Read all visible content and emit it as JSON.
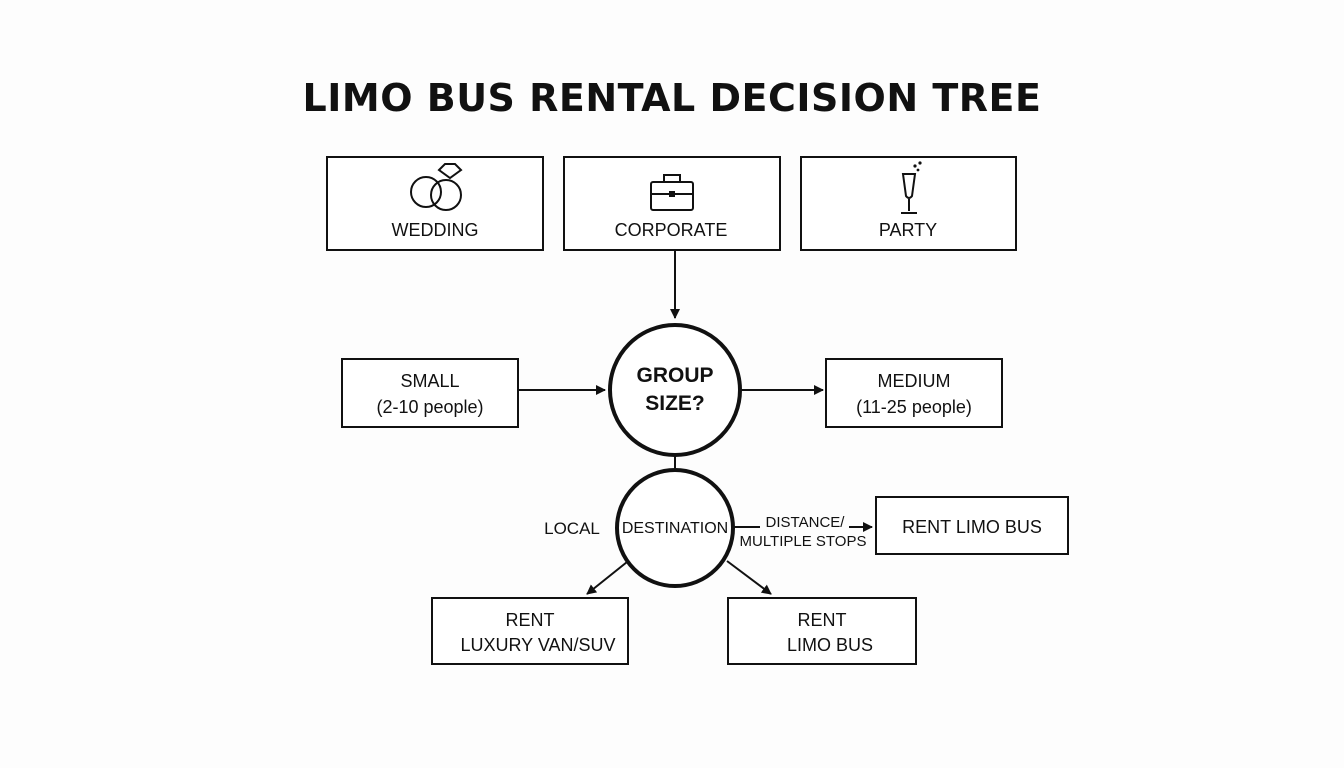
{
  "title": "LIMO BUS RENTAL DECISION TREE",
  "events": [
    {
      "label": "WEDDING",
      "icon": "wedding-rings-icon"
    },
    {
      "label": "CORPORATE",
      "icon": "briefcase-icon"
    },
    {
      "label": "PARTY",
      "icon": "champagne-glass-icon"
    }
  ],
  "group_size": {
    "line1": "GROUP",
    "line2": "SIZE?"
  },
  "small": {
    "line1": "SMALL",
    "line2": "(2-10 people)"
  },
  "medium": {
    "line1": "MEDIUM",
    "line2": "(11-25 people)"
  },
  "destination": "DESTINATION",
  "local_label": "LOCAL",
  "distance_label": {
    "line1": "DISTANCE/",
    "line2": "MULTIPLE STOPS"
  },
  "rent_limo_bus_right": "RENT LIMO BUS",
  "rent_van": {
    "line1": "RENT",
    "line2": "LUXURY VAN/SUV"
  },
  "rent_limo_bus_bottom": {
    "line1": "RENT",
    "line2": "LIMO BUS"
  }
}
